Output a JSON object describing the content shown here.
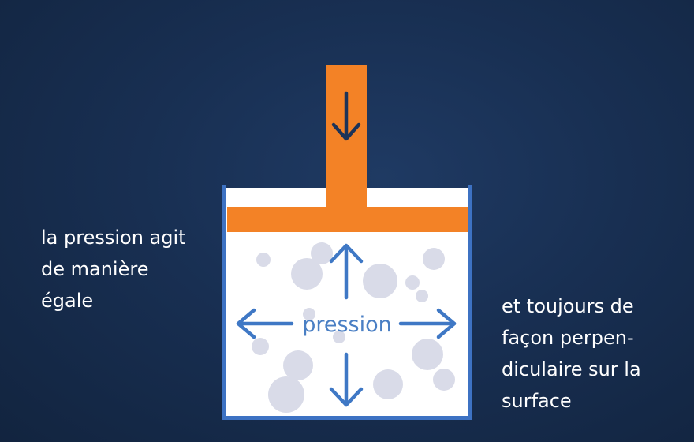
{
  "captions": {
    "left": "la pression agit\nde manière\négale",
    "right": "et toujours de\nfaçon perpen-\ndiculaire sur la\nsurface"
  },
  "diagram": {
    "center_label": "pression",
    "colors": {
      "background": "#182f52",
      "piston": "#f38226",
      "container_wall": "#3d72c3",
      "arrow": "#3f78c5",
      "piston_arrow": "#1c3358",
      "bubble": "#d9dbe8",
      "container_fill": "#ffffff"
    },
    "icons": [
      "arrow-down-icon",
      "arrow-up-icon",
      "arrow-left-icon",
      "arrow-right-icon"
    ]
  }
}
